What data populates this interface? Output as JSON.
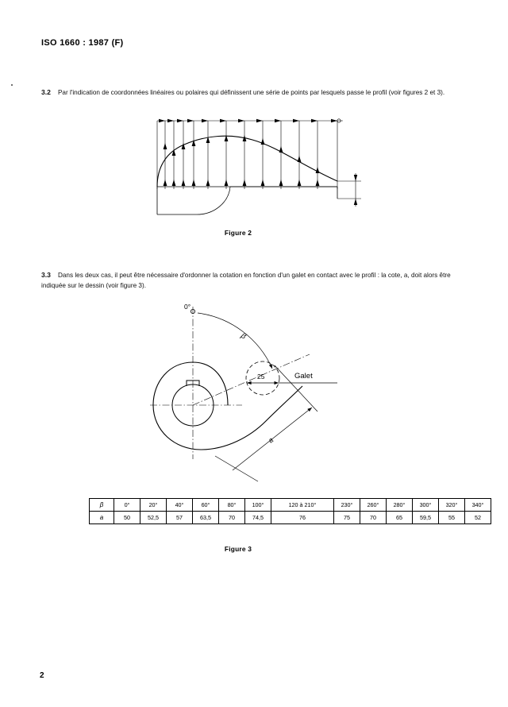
{
  "document": {
    "header": "ISO 1660 : 1987 (F)",
    "page_number": "2"
  },
  "clauses": [
    {
      "number": "3.2",
      "text": "Par l'indication de coordonnées linéaires ou polaires qui définissent une série de points par lesquels passe le profil (voir figures 2 et 3)."
    },
    {
      "number": "3.3",
      "text": "Dans les deux cas, il peut être nécessaire d'ordonner la cotation en fonction d'un galet en contact avec le profil : la cote, a, doit alors être indiquée sur le dessin (voir figure 3)."
    }
  ],
  "figures": {
    "figure2": {
      "caption": "Figure 2"
    },
    "figure3": {
      "caption": "Figure 3",
      "labels": {
        "zero_angle": "0°",
        "beta": "β",
        "roller_diameter": "25",
        "roller_name": "Galet",
        "dimension_a": "a"
      }
    }
  },
  "table": {
    "rows": [
      {
        "header": "β",
        "values": [
          "0°",
          "20°",
          "40°",
          "60°",
          "80°",
          "100°",
          "120 à 210°",
          "230°",
          "260°",
          "280°",
          "300°",
          "320°",
          "340°"
        ]
      },
      {
        "header": "a",
        "values": [
          "50",
          "52,5",
          "57",
          "63,5",
          "70",
          "74,5",
          "76",
          "75",
          "70",
          "65",
          "59,5",
          "55",
          "52"
        ]
      }
    ]
  }
}
